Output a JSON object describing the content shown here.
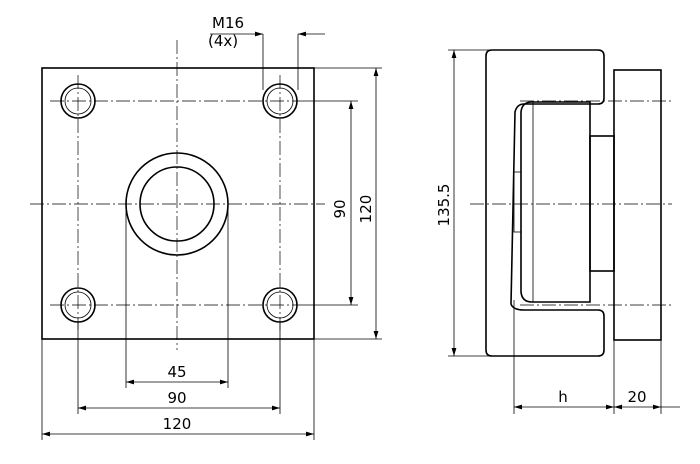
{
  "drawing": {
    "dimensions": {
      "thread_size": "M16",
      "thread_count": "(4x)",
      "hole_spacing_vertical": "90",
      "plate_height": "120",
      "bore_diameter": "45",
      "hole_spacing_horizontal": "90",
      "plate_width": "120",
      "overall_height": "135.5",
      "depth_h": "h",
      "flange_thickness": "20"
    }
  }
}
